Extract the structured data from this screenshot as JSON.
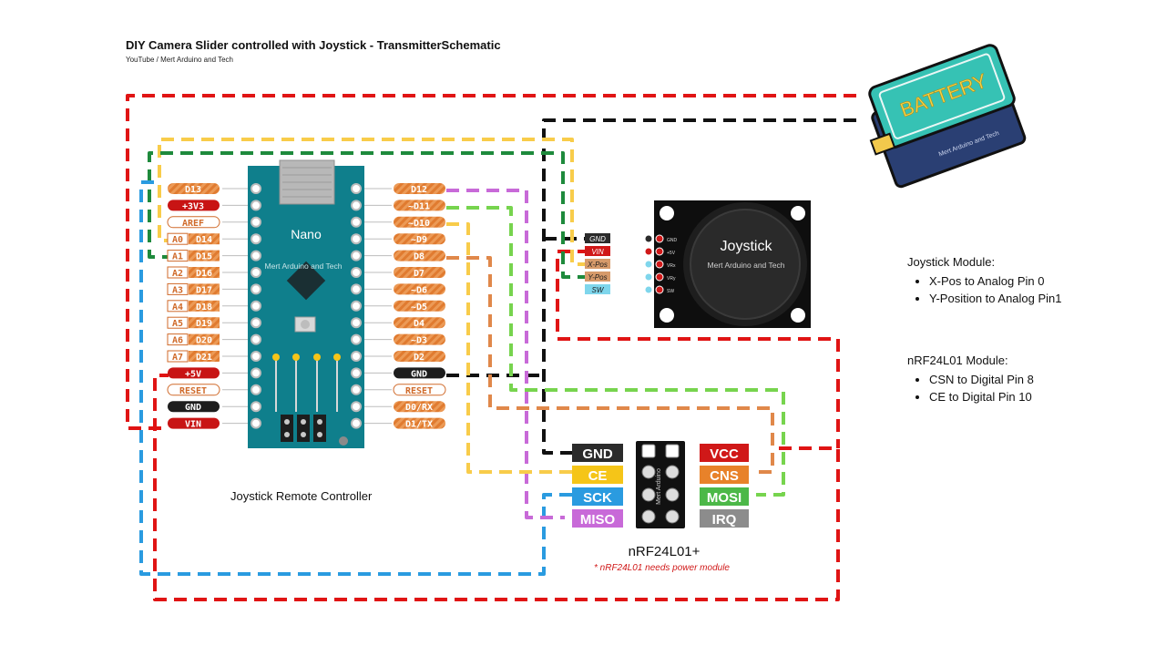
{
  "header": {
    "title": "DIY Camera Slider controlled with Joystick - TransmitterSchematic",
    "subtitle": "YouTube / Mert Arduino and Tech"
  },
  "nano": {
    "name": "Nano",
    "watermark": "Mert Arduino and Tech",
    "left_pins": [
      {
        "label": "D13",
        "style": "orange"
      },
      {
        "label": "+3V3",
        "style": "red"
      },
      {
        "label": "AREF",
        "style": "outline"
      },
      {
        "label": "D14",
        "alt": "A0",
        "style": "orange"
      },
      {
        "label": "D15",
        "alt": "A1",
        "style": "orange"
      },
      {
        "label": "D16",
        "alt": "A2",
        "style": "orange"
      },
      {
        "label": "D17",
        "alt": "A3",
        "style": "orange"
      },
      {
        "label": "D18",
        "alt": "A4",
        "style": "orange"
      },
      {
        "label": "D19",
        "alt": "A5",
        "style": "orange"
      },
      {
        "label": "D20",
        "alt": "A6",
        "style": "orange"
      },
      {
        "label": "D21",
        "alt": "A7",
        "style": "orange"
      },
      {
        "label": "+5V",
        "style": "red"
      },
      {
        "label": "RESET",
        "style": "outline"
      },
      {
        "label": "GND",
        "style": "black"
      },
      {
        "label": "VIN",
        "style": "red"
      }
    ],
    "right_pins": [
      {
        "label": "D12",
        "style": "orange"
      },
      {
        "label": "~D11",
        "style": "orange"
      },
      {
        "label": "~D10",
        "style": "orange"
      },
      {
        "label": "~D9",
        "style": "orange"
      },
      {
        "label": "D8",
        "style": "orange"
      },
      {
        "label": "D7",
        "style": "orange"
      },
      {
        "label": "~D6",
        "style": "orange"
      },
      {
        "label": "~D5",
        "style": "orange"
      },
      {
        "label": "D4",
        "style": "orange"
      },
      {
        "label": "~D3",
        "style": "orange"
      },
      {
        "label": "D2",
        "style": "orange"
      },
      {
        "label": "GND",
        "style": "black"
      },
      {
        "label": "RESET",
        "style": "outline"
      },
      {
        "label": "D0/RX",
        "style": "orange"
      },
      {
        "label": "D1/TX",
        "style": "orange"
      }
    ],
    "caption": "Joystick Remote Controller"
  },
  "joystick": {
    "name": "Joystick",
    "watermark": "Mert Arduino and Tech",
    "pins": [
      {
        "label": "GND",
        "color": "#2b2b2b",
        "pcb": "GND"
      },
      {
        "label": "VIN",
        "color": "#d01818",
        "pcb": "+5V"
      },
      {
        "label": "X-Pos",
        "color": "#d69a6a",
        "pcb": "VRx"
      },
      {
        "label": "Y-Pos",
        "color": "#d69a6a",
        "pcb": "VRy"
      },
      {
        "label": "SW",
        "color": "#7fd6ec",
        "pcb": "SW"
      }
    ],
    "notes_title": "Joystick Module:",
    "notes": [
      "X-Pos to Analog Pin 0",
      "Y-Position to Analog Pin1"
    ]
  },
  "nrf": {
    "name": "nRF24L01+",
    "watermark": "Mert Arduino",
    "left_labels": [
      {
        "label": "GND",
        "color": "#2b2b2b"
      },
      {
        "label": "CE",
        "color": "#f5c518"
      },
      {
        "label": "SCK",
        "color": "#2a9be0"
      },
      {
        "label": "MISO",
        "color": "#c86ad8"
      }
    ],
    "right_labels": [
      {
        "label": "VCC",
        "color": "#d01818"
      },
      {
        "label": "CNS",
        "color": "#e8822a"
      },
      {
        "label": "MOSI",
        "color": "#4cb848"
      },
      {
        "label": "IRQ",
        "color": "#8c8c8c"
      }
    ],
    "warning": "* nRF24L01 needs power module",
    "notes_title": "nRF24L01 Module:",
    "notes": [
      "CSN to Digital Pin 8",
      "CE  to Digital Pin 10"
    ]
  },
  "battery": {
    "label": "BATTERY",
    "watermark": "Mert Arduino and Tech",
    "color": "#2fb3a8"
  },
  "wire_colors": {
    "red": "#e01414",
    "black": "#111111",
    "yellow": "#f8cc4a",
    "green": "#1e8a3c",
    "blue": "#2a9be0",
    "purple": "#c86ad8",
    "lightgreen": "#77d44e",
    "orange": "#e0884a"
  }
}
